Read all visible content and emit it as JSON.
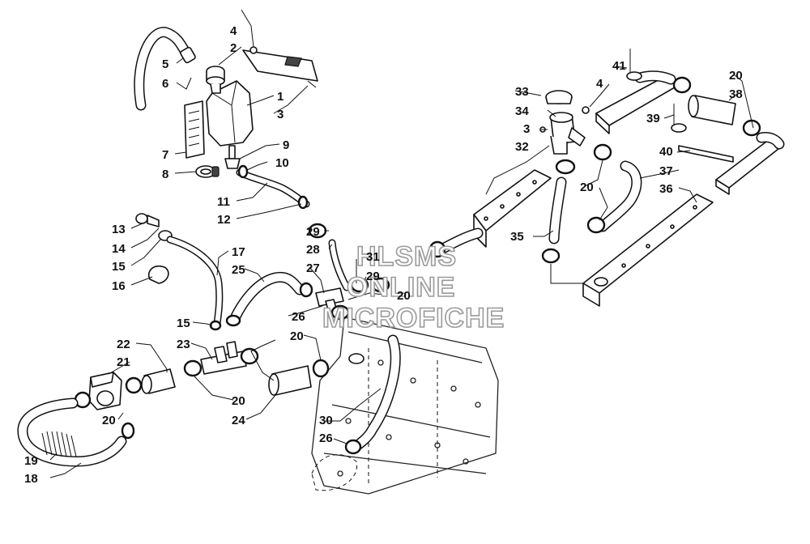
{
  "diagram": {
    "watermark": [
      "HLSMS",
      "ONLINE",
      "MICROFICHE"
    ],
    "callouts": [
      {
        "id": "c4a",
        "text": "4"
      },
      {
        "id": "c2",
        "text": "2"
      },
      {
        "id": "c5",
        "text": "5"
      },
      {
        "id": "c6",
        "text": "6"
      },
      {
        "id": "c1",
        "text": "1"
      },
      {
        "id": "c3a",
        "text": "3"
      },
      {
        "id": "c9",
        "text": "9"
      },
      {
        "id": "c10",
        "text": "10"
      },
      {
        "id": "c7",
        "text": "7"
      },
      {
        "id": "c8",
        "text": "8"
      },
      {
        "id": "c11",
        "text": "11"
      },
      {
        "id": "c12",
        "text": "12"
      },
      {
        "id": "c13",
        "text": "13"
      },
      {
        "id": "c14",
        "text": "14"
      },
      {
        "id": "c15a",
        "text": "15"
      },
      {
        "id": "c16",
        "text": "16"
      },
      {
        "id": "c17",
        "text": "17"
      },
      {
        "id": "c25",
        "text": "25"
      },
      {
        "id": "c29a",
        "text": "29"
      },
      {
        "id": "c28",
        "text": "28"
      },
      {
        "id": "c31",
        "text": "31"
      },
      {
        "id": "c27",
        "text": "27"
      },
      {
        "id": "c29b",
        "text": "29"
      },
      {
        "id": "c20a",
        "text": "20"
      },
      {
        "id": "c26a",
        "text": "26"
      },
      {
        "id": "c15b",
        "text": "15"
      },
      {
        "id": "c22",
        "text": "22"
      },
      {
        "id": "c23",
        "text": "23"
      },
      {
        "id": "c20b",
        "text": "20"
      },
      {
        "id": "c21",
        "text": "21"
      },
      {
        "id": "c20c",
        "text": "20"
      },
      {
        "id": "c24",
        "text": "24"
      },
      {
        "id": "c20d",
        "text": "20"
      },
      {
        "id": "c19",
        "text": "19"
      },
      {
        "id": "c18",
        "text": "18"
      },
      {
        "id": "c30",
        "text": "30"
      },
      {
        "id": "c26b",
        "text": "26"
      },
      {
        "id": "c33",
        "text": "33"
      },
      {
        "id": "c4b",
        "text": "4"
      },
      {
        "id": "c34",
        "text": "34"
      },
      {
        "id": "c3b",
        "text": "3"
      },
      {
        "id": "c32",
        "text": "32"
      },
      {
        "id": "c35",
        "text": "35"
      },
      {
        "id": "c41",
        "text": "41"
      },
      {
        "id": "c20e",
        "text": "20"
      },
      {
        "id": "c38",
        "text": "38"
      },
      {
        "id": "c39",
        "text": "39"
      },
      {
        "id": "c40",
        "text": "40"
      },
      {
        "id": "c20f",
        "text": "20"
      },
      {
        "id": "c37",
        "text": "37"
      },
      {
        "id": "c36",
        "text": "36"
      }
    ]
  }
}
